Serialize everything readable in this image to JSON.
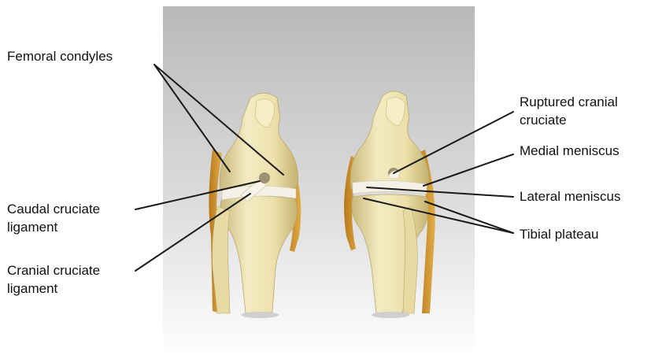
{
  "labels": {
    "femoral_condyles": "Femoral condyles",
    "caudal_cruciate": [
      "Caudal cruciate",
      "ligament"
    ],
    "cranial_cruciate": [
      "Cranial cruciate",
      "ligament"
    ],
    "ruptured_cranial_cruciate": [
      "Ruptured cranial",
      "cruciate"
    ],
    "medial_meniscus": "Medial meniscus",
    "lateral_meniscus": "Lateral meniscus",
    "tibial_plateau": "Tibial plateau"
  },
  "colors": {
    "panel_top": "#b9b9b9",
    "panel_bottom": "#ffffff",
    "bone": "#efe4b0",
    "bone_shade": "#cdbd7e",
    "cartilage": "#d49a2a",
    "ligament": "#f4f1e6",
    "leader_line": "#1a1a1a"
  }
}
